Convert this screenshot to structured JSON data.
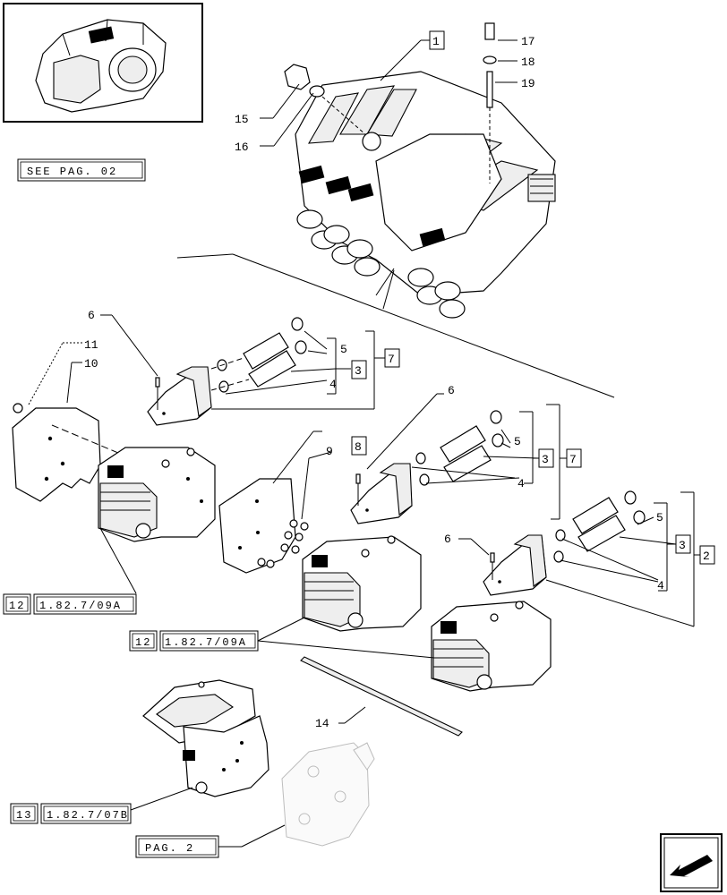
{
  "labels": {
    "n1": "1",
    "n2": "2",
    "n3a": "3",
    "n3b": "3",
    "n3c": "3",
    "n4a": "4",
    "n4b": "4",
    "n4c": "4",
    "n5a": "5",
    "n5b": "5",
    "n5c": "5",
    "n6a": "6",
    "n6b": "6",
    "n6c": "6",
    "n7a": "7",
    "n7b": "7",
    "n8": "8",
    "n9": "9",
    "n10": "10",
    "n11": "11",
    "n12a": "12",
    "n12b": "12",
    "n13": "13",
    "n14": "14",
    "n15": "15",
    "n16": "16",
    "n17": "17",
    "n18": "18",
    "n19": "19"
  },
  "references": {
    "see_pag": "SEE PAG. 02",
    "ref_a": "1.82.7/09A",
    "ref_b": "1.82.7/09A",
    "ref_c": "1.82.7/07B",
    "pag2": "PAG. 2"
  },
  "icons": [
    "tractor-thumbnail-icon",
    "next-page-arrow-icon"
  ]
}
